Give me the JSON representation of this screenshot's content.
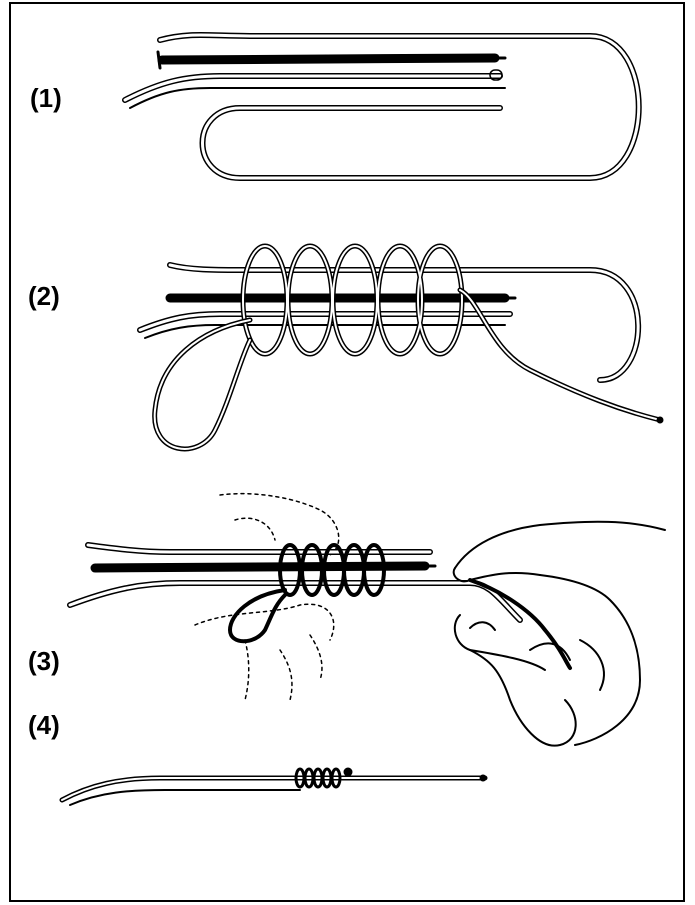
{
  "figure": {
    "steps": [
      {
        "label": "(1)",
        "icon": "needle-and-line-setup"
      },
      {
        "label": "(2)",
        "icon": "line-wrapped-around-needle"
      },
      {
        "label": "(3)",
        "icon": "hand-pulling-line-tight"
      },
      {
        "label": "(4)",
        "icon": "finished-knot"
      }
    ]
  },
  "colors": {
    "line": "#000000",
    "background": "#ffffff"
  }
}
